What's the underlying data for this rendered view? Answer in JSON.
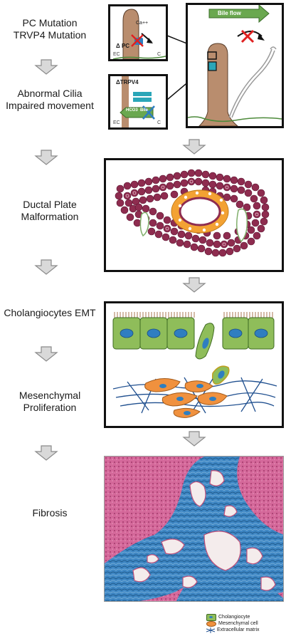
{
  "steps": {
    "s1_line1": "PC Mutation",
    "s1_line2": "TRVP4 Mutation",
    "s2_line1": "Abnormal Cilia",
    "s2_line2": "Impaired movement",
    "s3_line1": "Ductal Plate",
    "s3_line2": "Malformation",
    "s4": "Cholangiocytes EMT",
    "s5_line1": "Mesenchymal",
    "s5_line2": "Proliferation",
    "s6": "Fibrosis"
  },
  "top_panel": {
    "ca_label": "Ca++",
    "delta_pc": "Δ PC",
    "ec": "EC",
    "c": "C",
    "bile_flow": "Bile flow"
  },
  "trpv4_panel": {
    "delta_trpv4": "ΔTRPV4",
    "hco3": "HCO3",
    "bile": "Bile",
    "ec": "EC",
    "c": "C"
  },
  "legend": {
    "cholangiocyte": "Cholangiocyte",
    "mesenchymal": "Mesenchymal cell",
    "ecm": "Extracellular matrix"
  },
  "colors": {
    "cilia_brown": "#b98d6e",
    "arrow_gray": "#d9d9d9",
    "bile_green": "#6aa84f",
    "cell_red": "#8e2c4f",
    "duct_orange": "#f3a233",
    "cholangiocyte_green": "#8fbd5a",
    "nucleus_blue": "#2f7ec0",
    "mesenchymal_orange": "#f0913e",
    "ecm_blue": "#1f4f8f"
  }
}
